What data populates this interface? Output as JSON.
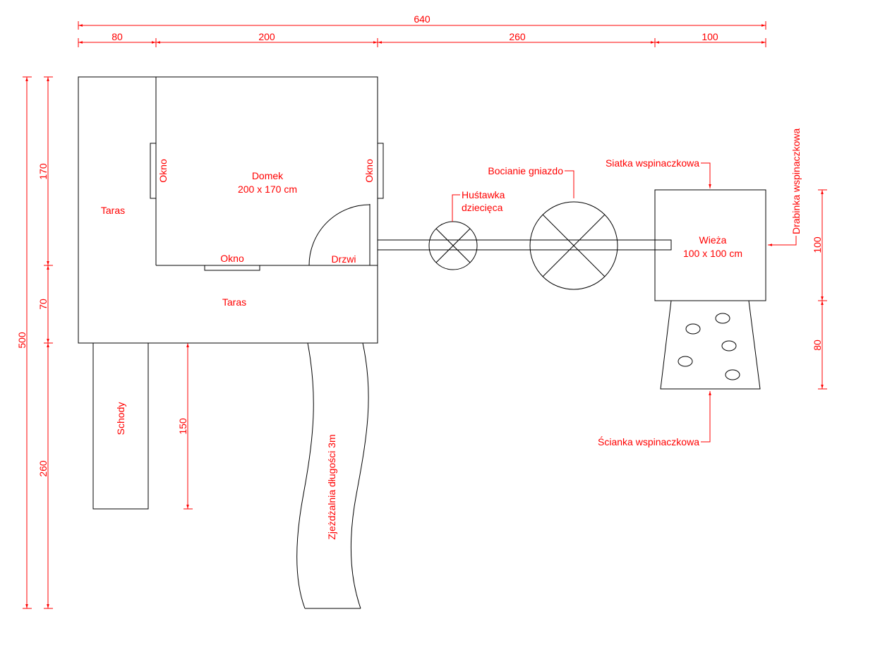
{
  "dimensions": {
    "total_width": "640",
    "seg_terrace": "80",
    "seg_house": "200",
    "seg_beam": "260",
    "seg_tower": "100",
    "total_height": "500",
    "house_depth": "170",
    "terrace_depth": "70",
    "stairs_length": "260",
    "gap_150": "150",
    "tower_size": "100",
    "wall_length": "80"
  },
  "labels": {
    "terrace_left": "Taras",
    "terrace_bottom": "Taras",
    "house_title": "Domek",
    "house_size": "200 x 170 cm",
    "window_left": "Okno",
    "window_right": "Okno",
    "window_bottom": "Okno",
    "door": "Drzwi",
    "stairs": "Schody",
    "slide": "Zjeżdżalnia długości 3m",
    "swing_1": "Huśtawka",
    "swing_2": "dziecięca",
    "stork_nest": "Bocianie gniazdo",
    "climbing_net": "Siatka wspinaczkowa",
    "climbing_ladder": "Drabinka wspinaczkowa",
    "tower_title": "Wieża",
    "tower_size": "100 x 100 cm",
    "climbing_wall": "Ścianka wspinaczkowa"
  },
  "colors": {
    "annotation": "#ff0000",
    "outline": "#000000"
  }
}
